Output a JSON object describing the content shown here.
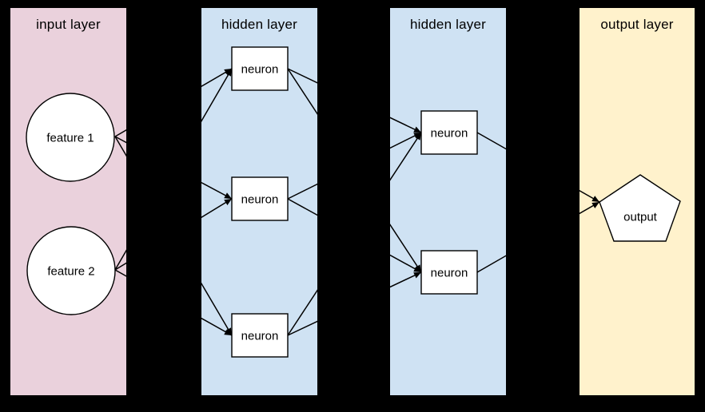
{
  "diagram": {
    "type": "neural-network",
    "background_color": "#000000",
    "node_fill": "#ffffff",
    "stroke_color": "#000000",
    "layers": [
      {
        "id": "input",
        "title": "input layer",
        "color": "#ead1dc",
        "nodes": [
          {
            "id": "f1",
            "label": "feature 1",
            "shape": "circle"
          },
          {
            "id": "f2",
            "label": "feature 2",
            "shape": "circle"
          }
        ]
      },
      {
        "id": "hidden1",
        "title": "hidden layer",
        "color": "#cfe2f3",
        "nodes": [
          {
            "id": "h1a",
            "label": "neuron",
            "shape": "rect"
          },
          {
            "id": "h1b",
            "label": "neuron",
            "shape": "rect"
          },
          {
            "id": "h1c",
            "label": "neuron",
            "shape": "rect"
          }
        ]
      },
      {
        "id": "hidden2",
        "title": "hidden layer",
        "color": "#cfe2f3",
        "nodes": [
          {
            "id": "h2a",
            "label": "neuron",
            "shape": "rect"
          },
          {
            "id": "h2b",
            "label": "neuron",
            "shape": "rect"
          }
        ]
      },
      {
        "id": "output",
        "title": "output layer",
        "color": "#fff2cc",
        "nodes": [
          {
            "id": "out",
            "label": "output",
            "shape": "pentagon"
          }
        ]
      }
    ],
    "edges": [
      [
        "f1",
        "h1a"
      ],
      [
        "f1",
        "h1b"
      ],
      [
        "f1",
        "h1c"
      ],
      [
        "f2",
        "h1a"
      ],
      [
        "f2",
        "h1b"
      ],
      [
        "f2",
        "h1c"
      ],
      [
        "h1a",
        "h2a"
      ],
      [
        "h1a",
        "h2b"
      ],
      [
        "h1b",
        "h2a"
      ],
      [
        "h1b",
        "h2b"
      ],
      [
        "h1c",
        "h2a"
      ],
      [
        "h1c",
        "h2b"
      ],
      [
        "h2a",
        "out"
      ],
      [
        "h2b",
        "out"
      ]
    ]
  }
}
